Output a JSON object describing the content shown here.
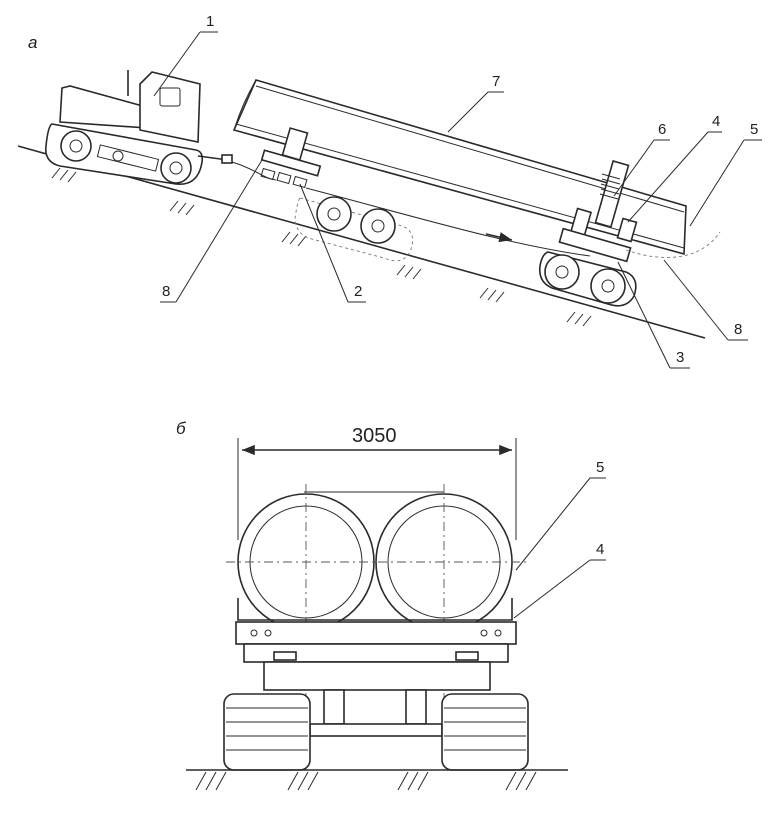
{
  "figure_a": {
    "sublabel": "а",
    "callouts": {
      "tractor": "1",
      "front_trolley": "2",
      "rear_trolley": "3",
      "saddle": "4",
      "belt": "5",
      "stand": "6",
      "pipe": "7",
      "cable_front": "8",
      "cable_rear": "8"
    }
  },
  "figure_b": {
    "sublabel": "б",
    "width_dimension": "3050",
    "callouts": {
      "belt": "5",
      "saddle": "4"
    }
  }
}
